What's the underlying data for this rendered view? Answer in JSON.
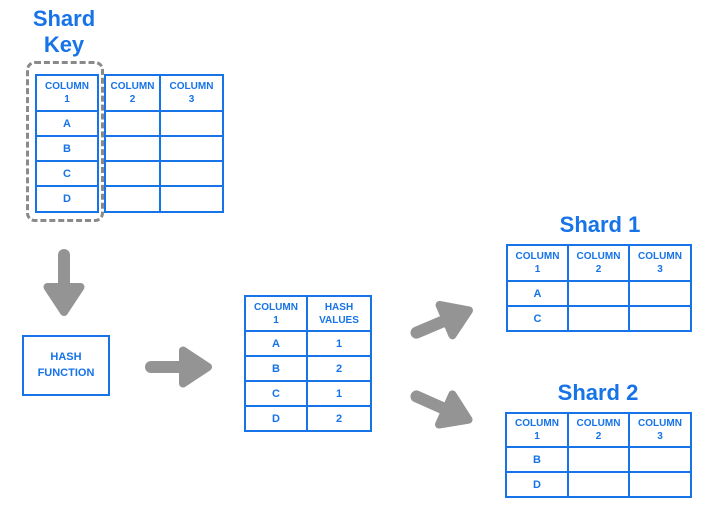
{
  "colors": {
    "accent_blue": "#1673e8",
    "arrow_gray": "#949494",
    "dash_gray": "#8a8a8a"
  },
  "shard_key": {
    "title": "Shard Key",
    "table": {
      "headers": [
        "COLUMN 1",
        "COLUMN 2",
        "COLUMN 3"
      ],
      "key_values": [
        "A",
        "B",
        "C",
        "D"
      ]
    }
  },
  "hash_function": {
    "label": "HASH FUNCTION"
  },
  "hash_table": {
    "headers": [
      "COLUMN 1",
      "HASH VALUES"
    ],
    "rows": [
      [
        "A",
        "1"
      ],
      [
        "B",
        "2"
      ],
      [
        "C",
        "1"
      ],
      [
        "D",
        "2"
      ]
    ]
  },
  "shards": [
    {
      "title": "Shard 1",
      "headers": [
        "COLUMN 1",
        "COLUMN 2",
        "COLUMN 3"
      ],
      "key_values": [
        "A",
        "C"
      ]
    },
    {
      "title": "Shard 2",
      "headers": [
        "COLUMN 1",
        "COLUMN 2",
        "COLUMN 3"
      ],
      "key_values": [
        "B",
        "D"
      ]
    }
  ],
  "icons": {
    "flow": [
      "arrow-down-icon",
      "arrow-right-icon",
      "arrow-up-right-icon",
      "arrow-down-right-icon"
    ]
  }
}
